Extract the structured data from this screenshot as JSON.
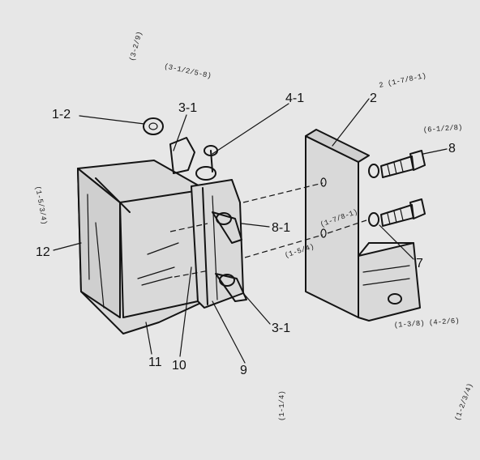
{
  "callouts": {
    "c12": "1-2",
    "c31_top": "3-1",
    "c41": "4-1",
    "c2": "2",
    "c8": "8",
    "c81": "8-1",
    "c7": "7",
    "c12b": "12",
    "c11": "11",
    "c10": "10",
    "c9": "9",
    "c31_bottom": "3-1"
  },
  "notes": {
    "n1": "(3-2/9)",
    "n2": "(3-1/2/5-8)",
    "n3": "2 (1-7/8-1)",
    "n4": "(6-1/2/8)",
    "n5": "(1-5/3/4)",
    "n6": "(1-5/4)",
    "n7": "(1-7/8-1)",
    "n8": "(1-3/8) (4-2/6)",
    "n9": "(1-1/4)",
    "n10": "(1-2/3/4)"
  },
  "colors": {
    "background": "#e7e7e7",
    "ink": "#141414"
  }
}
